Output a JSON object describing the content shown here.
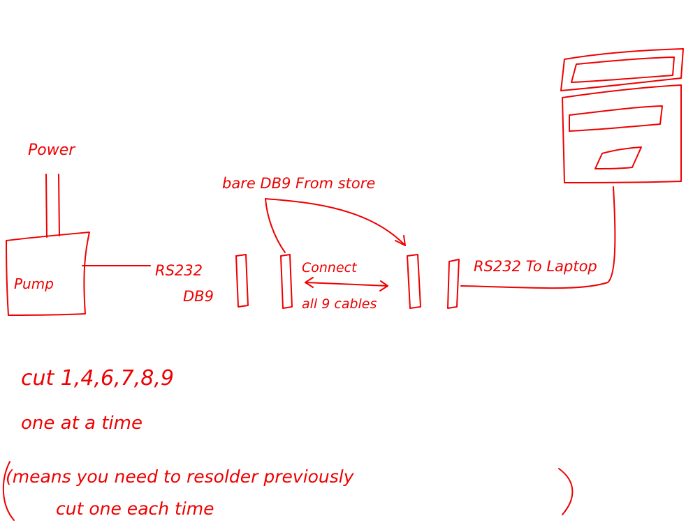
{
  "labels": {
    "power": "Power",
    "pump": "Pump",
    "rs232_db9_line1": "RS232",
    "rs232_db9_line2": "DB9",
    "bare_db9": "bare DB9 From store",
    "connect_line1": "Connect",
    "connect_line2": "all 9 cables",
    "rs232_laptop": "RS232 To Laptop"
  },
  "notes": {
    "line1": "cut 1,4,6,7,8,9",
    "line2": "one at a time",
    "line3": "(means you need to resolder previously",
    "line4": "cut one each time"
  },
  "colors": {
    "ink": "#ee0000",
    "background": "#ffffff"
  }
}
